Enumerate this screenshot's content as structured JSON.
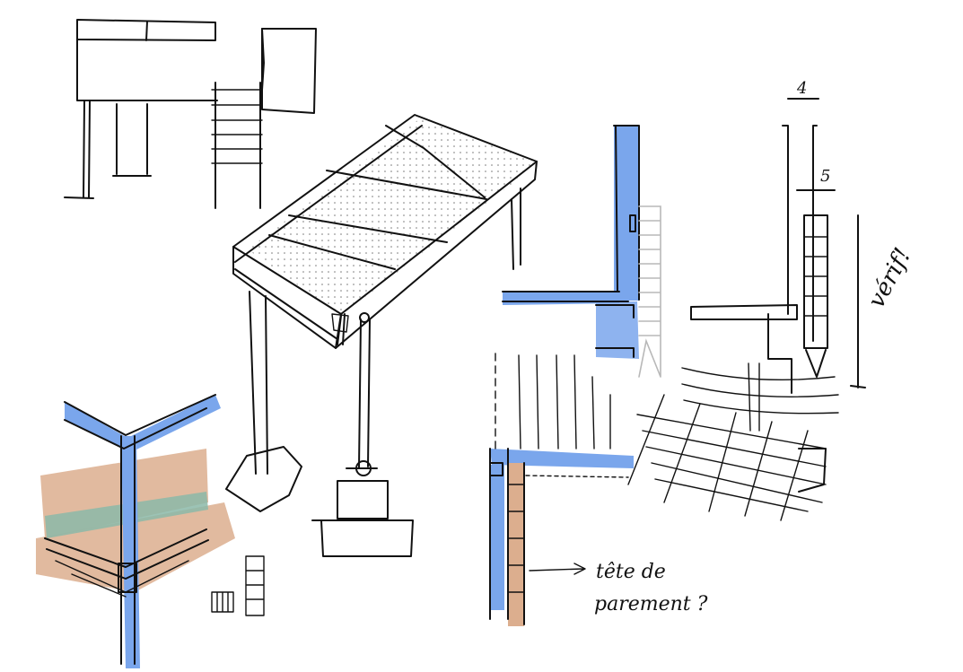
{
  "annotations": {
    "dim_top": "4",
    "dim_gap": "5",
    "verif": "vérif!",
    "note_line1": "tête de",
    "note_line2": "parement ?"
  },
  "colors": {
    "blue": "#7aa6ec",
    "tan": "#dcae8e",
    "green": "#8bb8a8",
    "ink": "#111111",
    "grey": "#b8b8b8"
  },
  "icons": [
    "arrow-icon"
  ]
}
